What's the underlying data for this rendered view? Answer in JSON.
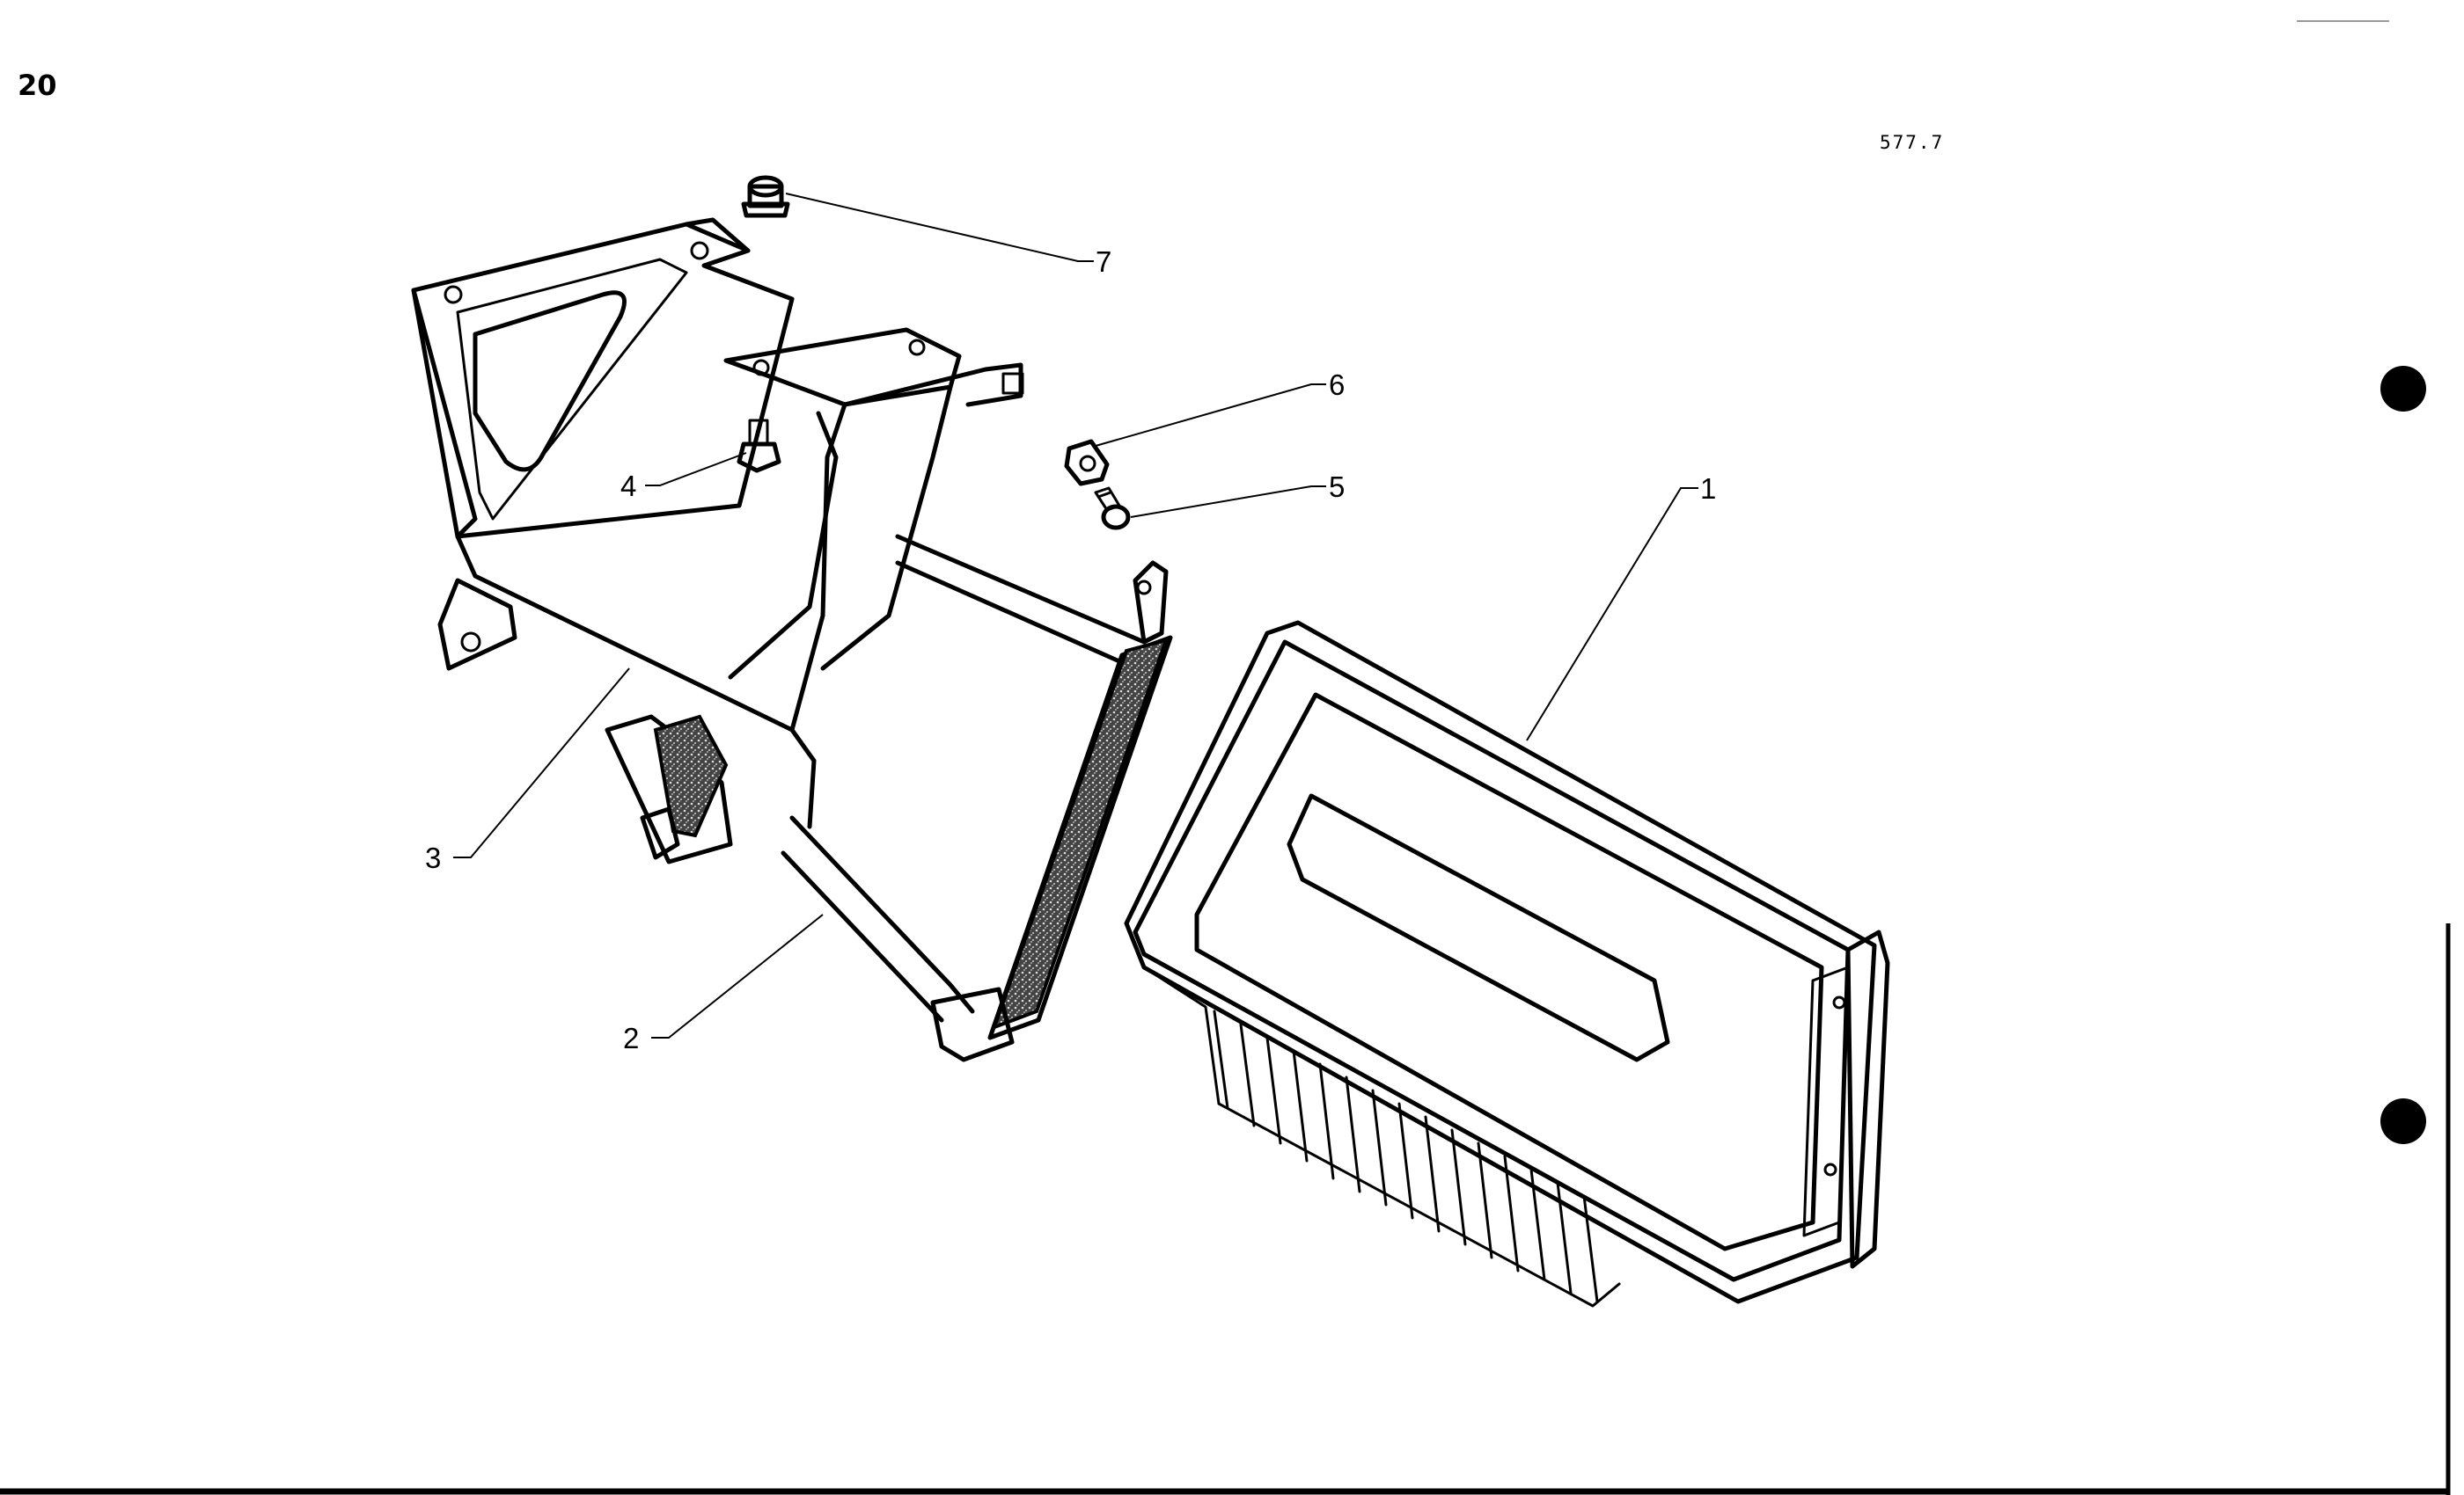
{
  "page": {
    "number": "20",
    "ref_code": "577.7"
  },
  "callouts": [
    {
      "id": "1",
      "label": "1"
    },
    {
      "id": "2",
      "label": "2"
    },
    {
      "id": "3",
      "label": "3"
    },
    {
      "id": "4",
      "label": "4"
    },
    {
      "id": "5",
      "label": "5"
    },
    {
      "id": "6",
      "label": "6"
    },
    {
      "id": "7",
      "label": "7"
    }
  ],
  "binder_holes": 2,
  "colors": {
    "ink": "#000000",
    "paper": "#ffffff",
    "pad": "#3a3a3a"
  }
}
